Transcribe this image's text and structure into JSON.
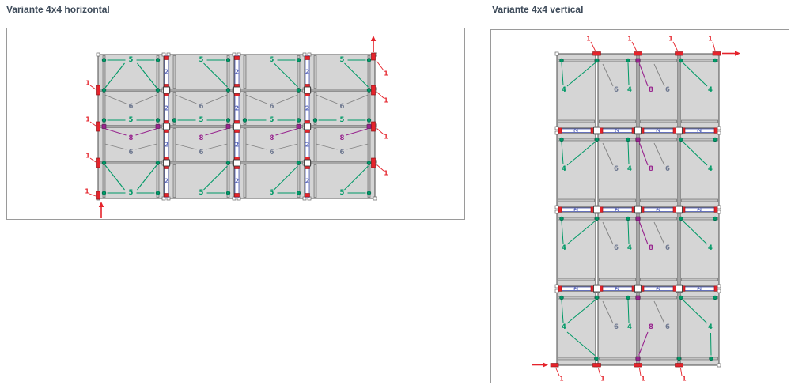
{
  "page": {
    "background": "#ffffff"
  },
  "figures": {
    "left": {
      "title": "Variante 4x4 horizontal",
      "layout": "horizontal",
      "grid": {
        "cols": 4,
        "rows": 4
      },
      "labels": {
        "edge_clamp": "1",
        "connector": "2",
        "module_clamp": "5",
        "rail": "6",
        "cross_connector": "8"
      }
    },
    "right": {
      "title": "Variante 4x4 vertical",
      "layout": "vertical",
      "grid": {
        "cols": 4,
        "rows": 4
      },
      "labels": {
        "edge_clamp": "1",
        "connector": "2",
        "module_clamp": "4",
        "rail": "6",
        "cross_connector": "8"
      }
    }
  },
  "colors": {
    "title": "#3e4b5a",
    "frame_border": "#9a9a9a",
    "panel_fill": "#d5d5d5",
    "panel_stroke": "#4c4c4c",
    "rail_fill": "#c2c2c2",
    "rail_stroke": "#6f6f6f",
    "green": "#009966",
    "green_dark": "#00664a",
    "gray_leader": "#828282",
    "label_6": "#6e7890",
    "blue": "#5f6cbe",
    "red": "#e5232b",
    "red_dark": "#8f1014",
    "purple": "#98268f",
    "junction_stroke": "#3a3a3a",
    "notch_stroke": "#666666"
  }
}
